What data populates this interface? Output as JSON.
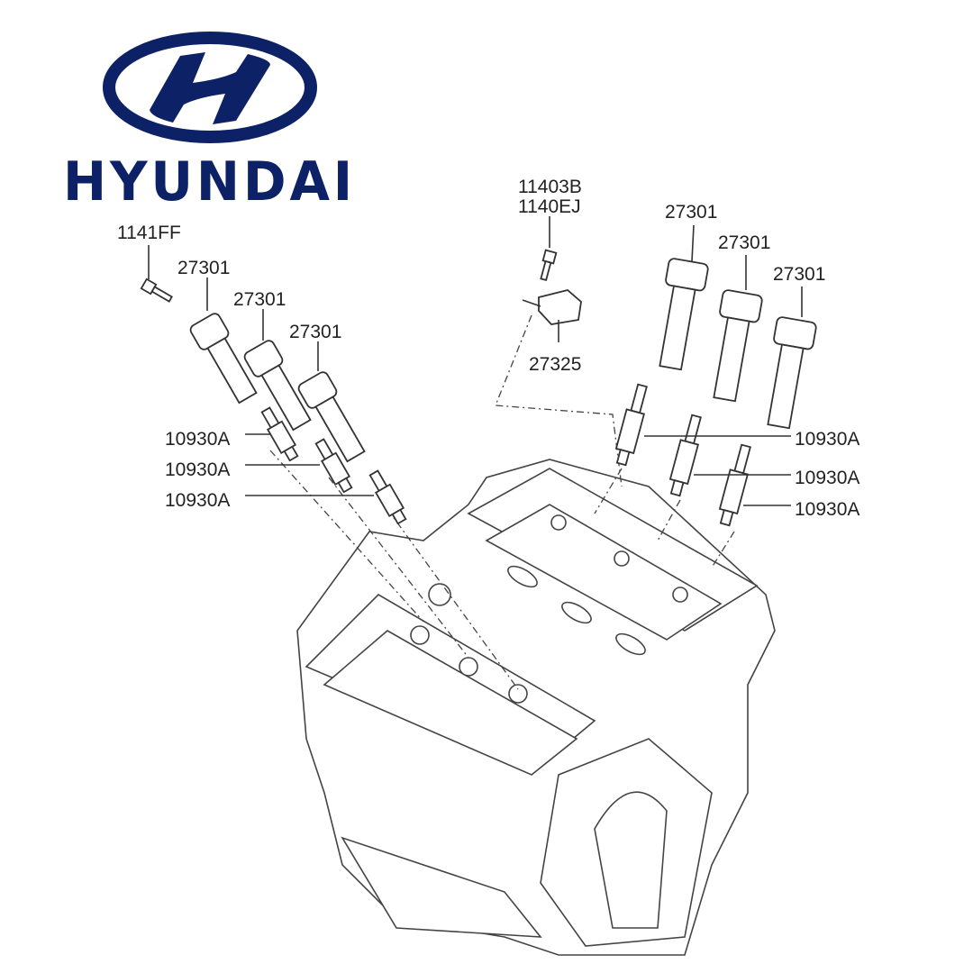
{
  "brand": {
    "name": "HYUNDAI",
    "color": "#0d2266"
  },
  "labels": {
    "bolt_left": "1141FF",
    "coil_left": [
      "27301",
      "27301",
      "27301"
    ],
    "plug_left": [
      "10930A",
      "10930A",
      "10930A"
    ],
    "bolt_right": [
      "11403B",
      "1140EJ"
    ],
    "bracket": "27325",
    "coil_right": [
      "27301",
      "27301",
      "27301"
    ],
    "plug_right": [
      "10930A",
      "10930A",
      "10930A"
    ]
  }
}
